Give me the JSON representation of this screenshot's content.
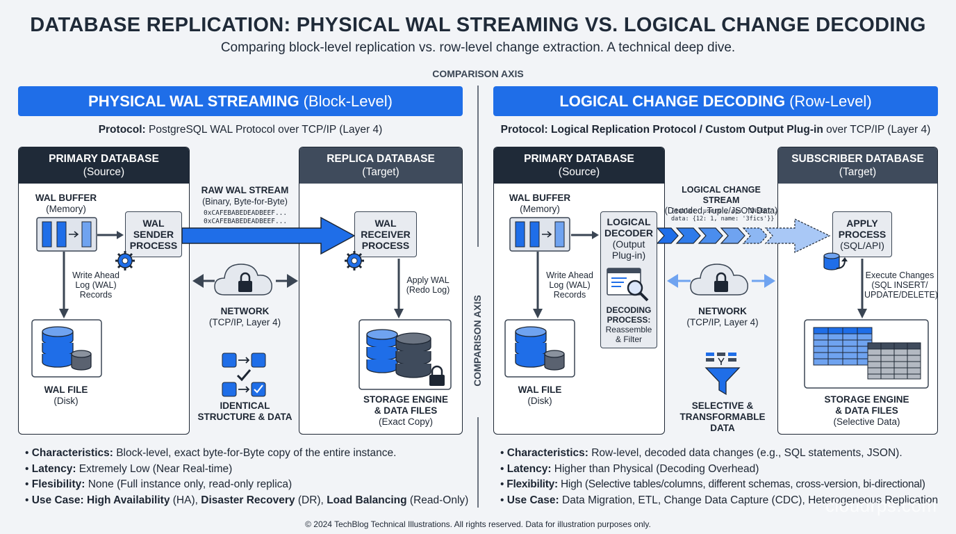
{
  "header": {
    "title": "DATABASE REPLICATION: PHYSICAL WAL STREAMING VS. LOGICAL CHANGE DECODING",
    "subtitle": "Comparing block-level replication vs. row-level change extraction. A technical deep dive.",
    "axis_label": "COMPARISON AXIS"
  },
  "physical": {
    "banner_main": "PHYSICAL WAL STREAMING",
    "banner_sub": "(Block-Level)",
    "protocol_key": "Protocol:",
    "protocol_text": "PostgreSQL WAL Protocol over TCP/IP (Layer 4)",
    "primary": {
      "title": "PRIMARY DATABASE",
      "sub": "(Source)"
    },
    "replica": {
      "title": "REPLICA DATABASE",
      "sub": "(Target)"
    },
    "wal_buffer": {
      "title": "WAL BUFFER",
      "sub": "(Memory)"
    },
    "sender": "WAL SENDER PROCESS",
    "sender_lines": [
      "WAL",
      "SENDER",
      "PROCESS"
    ],
    "write_ahead": [
      "Write Ahead",
      "Log (WAL)",
      "Records"
    ],
    "wal_file": {
      "title": "WAL FILE",
      "sub": "(Disk)"
    },
    "stream": {
      "title": "RAW WAL STREAM",
      "sub": "(Binary, Byte-for-Byte)",
      "hex1": "0xCAFEBABEDEADBEEF...",
      "hex2": "0xCAFEBABEDEADBEEF..."
    },
    "network": {
      "title": "NETWORK",
      "sub": "(TCP/IP, Layer 4)"
    },
    "identical": [
      "IDENTICAL",
      "STRUCTURE & DATA"
    ],
    "receiver_lines": [
      "WAL",
      "RECEIVER",
      "PROCESS"
    ],
    "apply": [
      "Apply WAL",
      "(Redo Log)"
    ],
    "storage": {
      "line1": "STORAGE ENGINE",
      "line2": "& DATA FILES",
      "sub": "(Exact Copy)"
    },
    "bullets": [
      {
        "key": "Characteristics:",
        "text": "Block-level, exact byte-for-Byte copy of the entire instance."
      },
      {
        "key": "Latency:",
        "text": "Extremely Low (Near Real-time)"
      },
      {
        "key": "Flesibility:",
        "text": "None (Full instance only, read-only replica)"
      }
    ],
    "usecase": {
      "key": "Use Case:",
      "p1": "High Availability",
      "t1": "(HA),",
      "p2": "Disaster Recovery",
      "t2": "(DR),",
      "p3": "Load Balancing",
      "t3": "(Read-Only)"
    }
  },
  "logical": {
    "banner_main": "LOGICAL CHANGE DECODING",
    "banner_sub": "(Row-Level)",
    "protocol_bold": "Protocol: Logical Replication Protocol / Custom Output Plug-in",
    "protocol_text": "over TCP/IP (Layer 4)",
    "primary": {
      "title": "PRIMARY DATABASE",
      "sub": "(Source)"
    },
    "subscriber": {
      "title": "SUBSCRIBER DATABASE",
      "sub": "(Target)"
    },
    "wal_buffer": {
      "title": "WAL BUFFER",
      "sub": "(Memory)"
    },
    "decoder_lines": [
      "LOGICAL",
      "DECODER"
    ],
    "decoder_sub": [
      "(Output",
      "Plug-in)"
    ],
    "decoding": [
      "DECODING",
      "PROCESS:"
    ],
    "decoding_sub": [
      "Reassemble",
      "& Filter"
    ],
    "write_ahead": [
      "Write Ahead",
      "Log (WAL)",
      "Records"
    ],
    "wal_file": {
      "title": "WAL FILE",
      "sub": "(Disk)"
    },
    "stream": {
      "title": "LOGICAL CHANGE STREAM",
      "sub": "(Decoded, Tuple/JSON Data)",
      "code1": "{table: 'users', ep: 'INSEBT',",
      "code2": "data: {12: 1, name: '3fics'}}"
    },
    "network": {
      "title": "NETWORK",
      "sub": "(TCP/IP, Layer 4)"
    },
    "selective": [
      "SELECTIVE &",
      "TRANSFORMABLE",
      "DATA"
    ],
    "apply_lines": [
      "APPLY",
      "PROCESS"
    ],
    "apply_sub": "(SQL/API)",
    "execute": [
      "Execute Changes",
      "(SQL INSERT/",
      "UPDATE/DELETE)"
    ],
    "storage": {
      "line1": "STORAGE ENGINE",
      "line2": "& DATA FILES",
      "sub": "(Selective Data)"
    },
    "bullets": [
      {
        "key": "Characteristics:",
        "text": "Row-level, decoded data changes (e.g., SQL statements, JSON)."
      },
      {
        "key": "Latency:",
        "text": "Higher than Physical (Decoding Overhead)"
      },
      {
        "key": "Flexibility:",
        "text": "High (Selective tables/columns, different schemas, cross-version, bi-directional)"
      },
      {
        "key": "Use Case:",
        "text": "Data Migration, ETL, Change Data Capture (CDC), Heterogeneous Replication"
      }
    ]
  },
  "footer": "© 2024 TechBlog Technical Illustrations. All rights reserved. Data for illustration purposes only.",
  "watermark": "cloudrps.com",
  "colors": {
    "accent": "#1f6ee8",
    "dark": "#1f2a38",
    "slate": "#3f4b5c",
    "light_blue": "#6fa3f0"
  }
}
